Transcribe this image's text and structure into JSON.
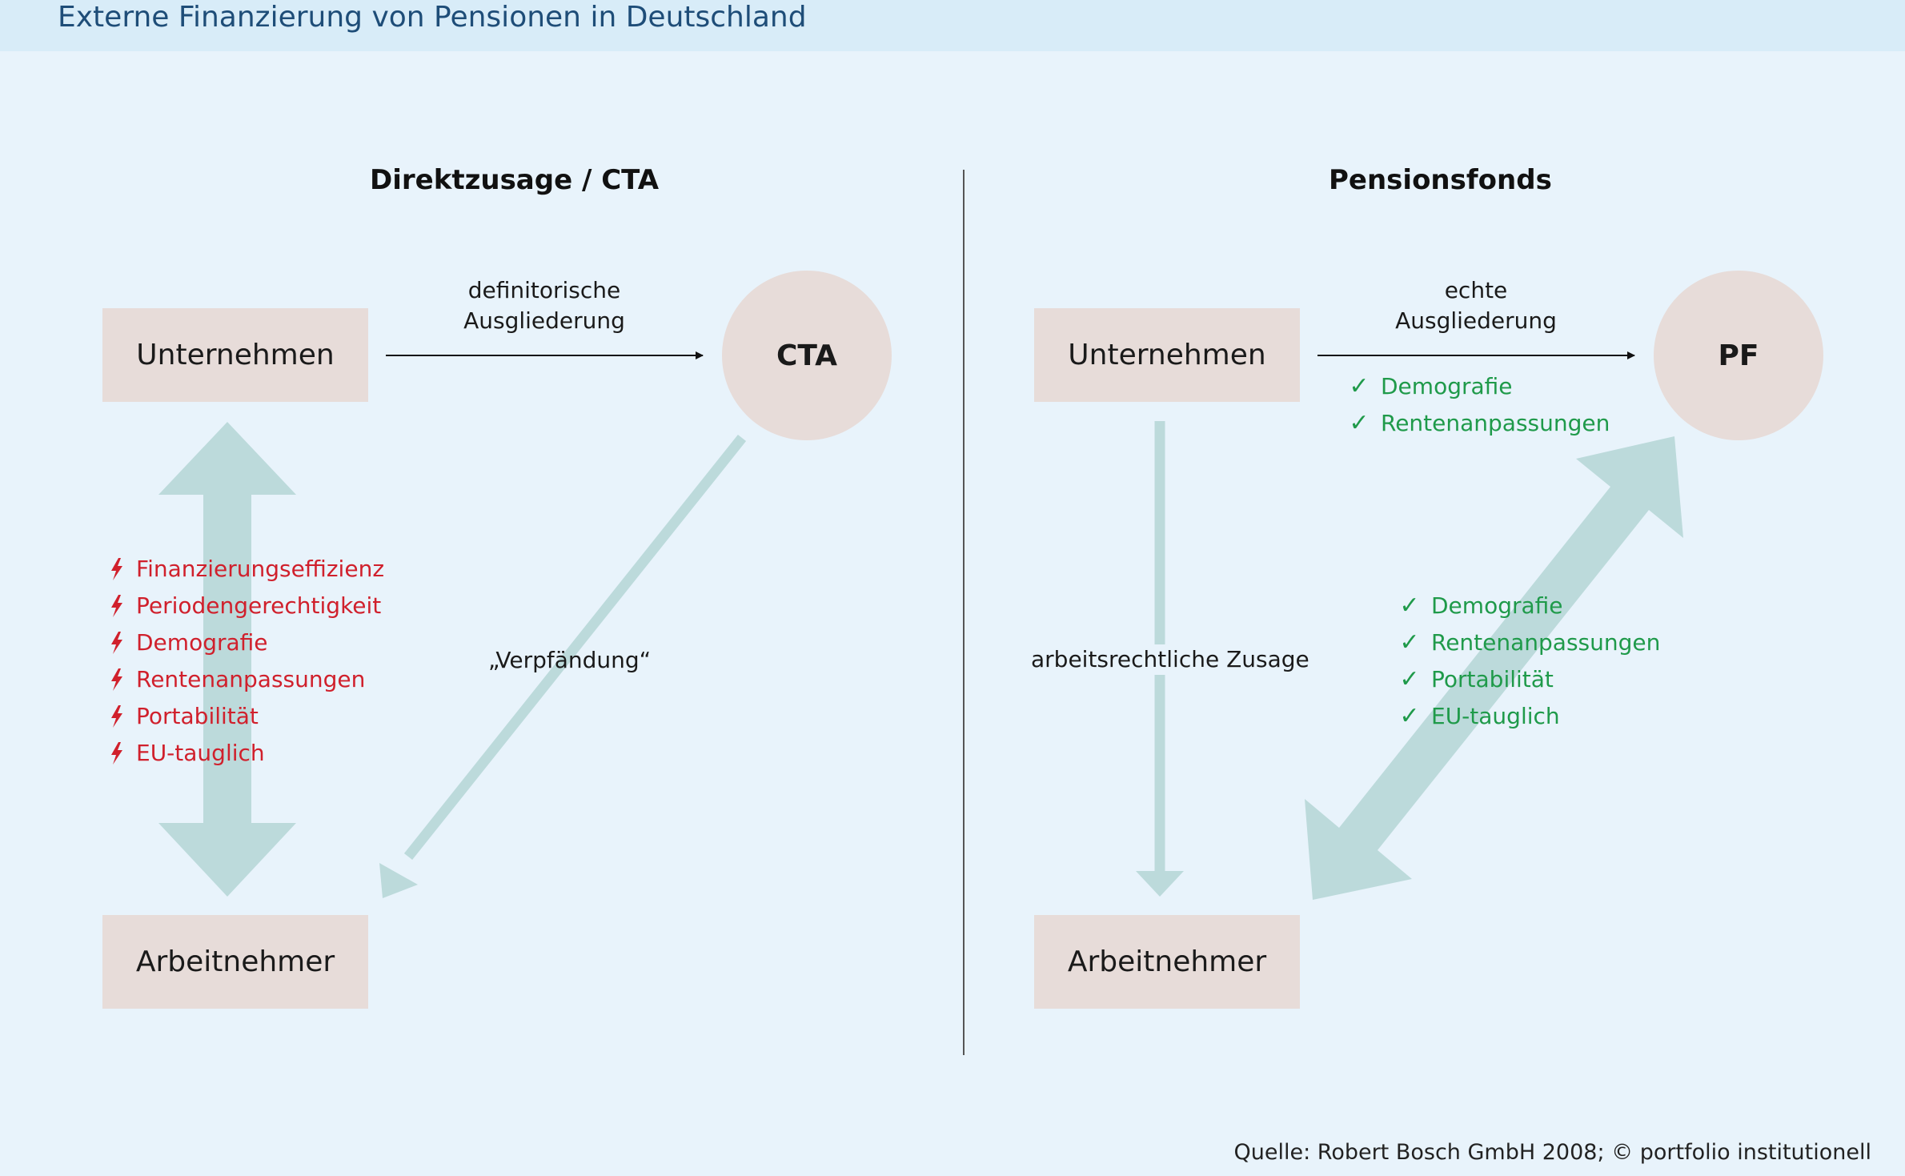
{
  "header": {
    "title": "Externe Finanzierung von Pensionen in Deutschland"
  },
  "left": {
    "title": "Direktzusage / CTA",
    "company": "Unternehmen",
    "employee": "Arbeitnehmer",
    "fund": "CTA",
    "arrow_label_line1": "definitorische",
    "arrow_label_line2": "Ausgliederung",
    "diagonal_label": "„Verpfändung“",
    "drawbacks": [
      "Finanzierungseffizienz",
      "Periodengerechtigkeit",
      "Demografie",
      "Rentenanpassungen",
      "Portabilität",
      "EU-tauglich"
    ]
  },
  "right": {
    "title": "Pensionsfonds",
    "company": "Unternehmen",
    "employee": "Arbeitnehmer",
    "fund": "PF",
    "arrow_label_line1": "echte",
    "arrow_label_line2": "Ausgliederung",
    "vertical_label": "arbeitsrechtliche Zusage",
    "benefits_top": [
      "Demografie",
      "Rentenanpassungen"
    ],
    "benefits_mid": [
      "Demografie",
      "Rentenanpassungen",
      "Portabilität",
      "EU-tauglich"
    ]
  },
  "source": "Quelle: Robert Bosch GmbH 2008; © portfolio institutionell",
  "colors": {
    "box": "#e7dcd9",
    "arrow": "#bcdadb",
    "red": "#d0202c",
    "green": "#1f9a4a",
    "title": "#1e4d78",
    "background": "#e8f3fb"
  }
}
